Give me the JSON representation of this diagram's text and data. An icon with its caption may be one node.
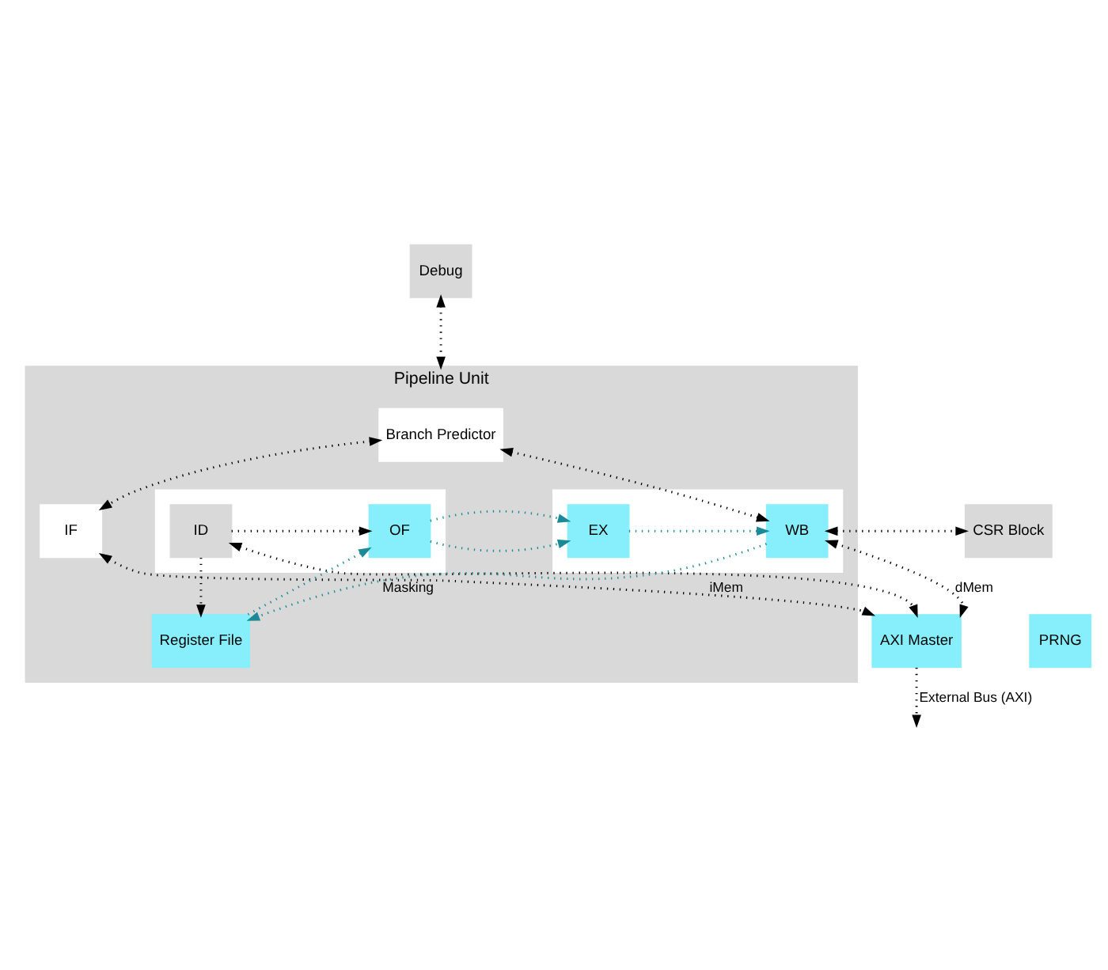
{
  "diagram": {
    "nodes": [
      {
        "text": [
          "Pipeline Unit"
        ]
      },
      {
        "text": [
          "Branch Predictor"
        ],
        "in": 0
      },
      {
        "text": [
          "IF"
        ],
        "in": 0
      },
      {
        "text": [],
        "shape": "box",
        "in": 0
      },
      {
        "text": [
          "ID"
        ],
        "in": 3
      },
      {
        "text": [
          "OF"
        ],
        "in": 3
      },
      {
        "text": [],
        "shape": "box",
        "in": 0
      },
      {
        "text": [
          "EX"
        ],
        "in": 6
      },
      {
        "text": [
          "WB"
        ],
        "in": 6
      },
      {
        "text": [
          "Register File"
        ],
        "in": 0
      },
      {
        "text": [
          "Debug"
        ]
      },
      {
        "text": [
          "CSR Block"
        ]
      },
      {
        "text": [
          "PRNG"
        ]
      },
      {
        "text": [
          "AXI Master"
        ]
      }
    ],
    "edges": [
      {
        "from": 1,
        "to": 2,
        "arrow": "both"
      },
      {
        "from": 1,
        "to": 8,
        "arrow": "both"
      },
      {
        "from": 0,
        "to": 10,
        "arrow": "both"
      },
      {
        "from": 8,
        "to": 11,
        "arrow": "both"
      },
      {
        "from": 4,
        "to": 5,
        "arrow": "to"
      },
      {
        "from": 5,
        "to": 7,
        "arrow": "to",
        "color": "#1a8a96"
      },
      {
        "from": 7,
        "to": 8,
        "arrow": "to",
        "color": "#1a8a96"
      },
      {
        "from": 4,
        "to": 9,
        "arrow": "to"
      },
      {
        "from": 9,
        "to": 5,
        "arrow": "to",
        "color": "#1a8a96"
      },
      {
        "from": 8,
        "to": 9,
        "arrow": "to",
        "label": "Masking",
        "color": "#1a8a96"
      },
      {
        "from": 13,
        "to": 2,
        "arrow": "both",
        "label": "iMem"
      },
      {
        "from": 13,
        "to": 4,
        "arrow": "both"
      },
      {
        "from": 8,
        "to": 13,
        "arrow": "both",
        "label": "dMem"
      },
      {
        "from": 13,
        "to": null,
        "arrow": "to",
        "label": "External Bus (AXI)"
      }
    ]
  }
}
